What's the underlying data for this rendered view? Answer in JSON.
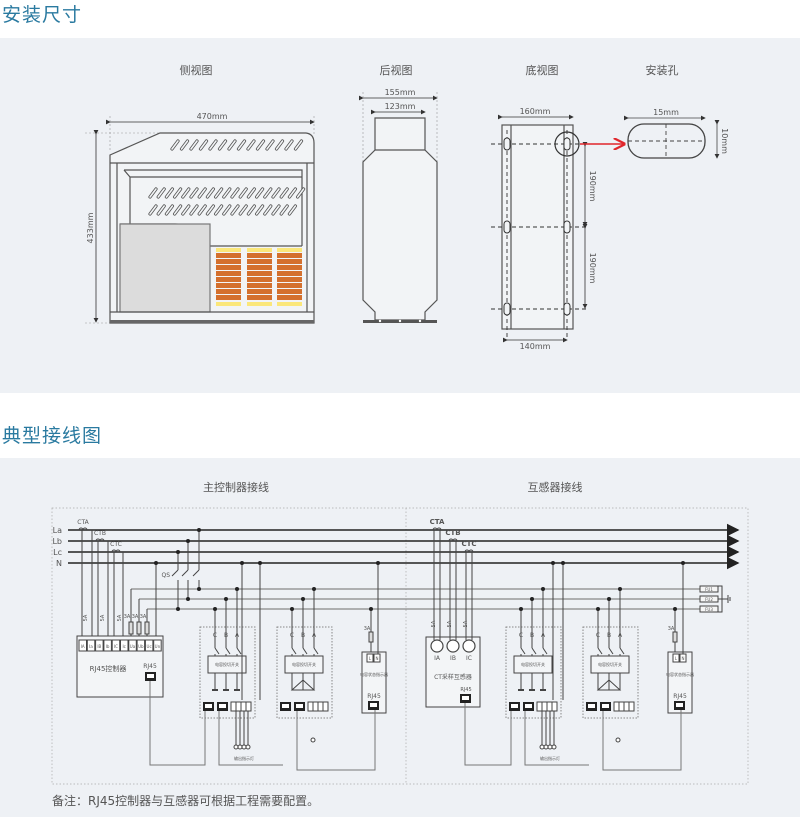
{
  "sections": {
    "dimensions_title": "安装尺寸",
    "wiring_title": "典型接线图"
  },
  "dimensions": {
    "side_view": {
      "title": "侧视图",
      "width": "470mm",
      "height": "433mm"
    },
    "rear_view": {
      "title": "后视图",
      "outer_width": "155mm",
      "inner_width": "123mm"
    },
    "bottom_view": {
      "title": "底视图",
      "top_width": "160mm",
      "bottom_width": "140mm",
      "spacing_1": "190mm",
      "spacing_2": "190mm"
    },
    "mount_hole": {
      "title": "安装孔",
      "width": "15mm",
      "height": "10mm"
    },
    "accent_arrow_color": "#e0262b",
    "heat_colors": {
      "orange": "#d4702e",
      "yellow": "#fbe77a"
    }
  },
  "wiring": {
    "left_title": "主控制器接线",
    "right_title": "互感器接线",
    "bus": [
      "La",
      "Lb",
      "Lc",
      "N"
    ],
    "ct_labels": [
      "CTA",
      "CTB",
      "CTC"
    ],
    "qs_label": "QS",
    "fuse_5a": "5A",
    "fuse_3a": "3A",
    "controller": {
      "terminals": [
        "IA",
        "Ia",
        "IB",
        "Ib",
        "IC",
        "Ic",
        "Ua",
        "Ub",
        "Uc",
        "Un"
      ],
      "label": "RJ45控制器",
      "rj45": "RJ45"
    },
    "ct_sampler": {
      "inputs": [
        "IA",
        "IB",
        "IC"
      ],
      "label": "CT采样互感器",
      "rj45": "RJ45"
    },
    "switch_module": {
      "phases": [
        "C",
        "B",
        "A"
      ],
      "label": "电容投切开关"
    },
    "indicator": {
      "terminals": [
        "L",
        "N"
      ],
      "label": "电容状态指示器",
      "rj45": "RJ45"
    },
    "output_light_label": "输出指示灯",
    "fuse_tags": [
      "FU1",
      "FU2",
      "FU3"
    ]
  },
  "note": "备注：RJ45控制器与互感器可根据工程需要配置。"
}
